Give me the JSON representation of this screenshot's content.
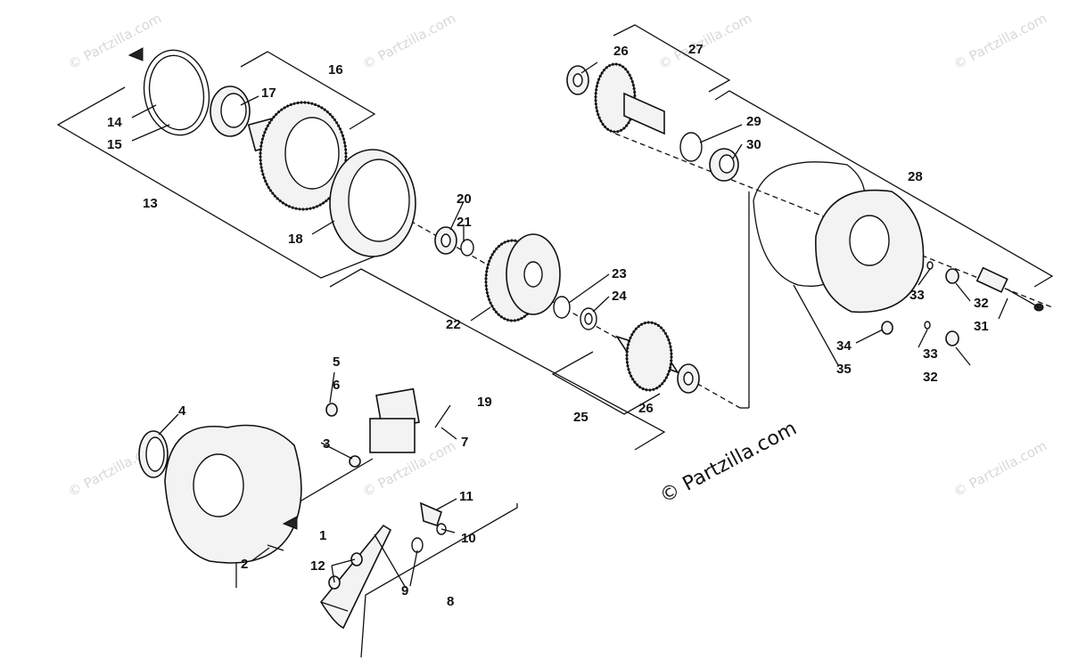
{
  "diagram": {
    "watermark": "© Partzilla.com",
    "copyright": "© Partzilla.com",
    "callouts": [
      "1",
      "2",
      "3",
      "4",
      "5",
      "6",
      "7",
      "8",
      "9",
      "10",
      "11",
      "12",
      "13",
      "14",
      "15",
      "16",
      "17",
      "18",
      "19",
      "20",
      "21",
      "22",
      "23",
      "24",
      "25",
      "26",
      "26",
      "27",
      "28",
      "29",
      "30",
      "31",
      "32",
      "32",
      "33",
      "33",
      "34",
      "35"
    ]
  }
}
